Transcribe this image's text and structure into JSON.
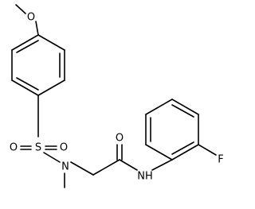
{
  "molecule": {
    "atoms": {
      "o_methoxy": "O",
      "s_sulfonyl": "S",
      "o_sulfonyl_left": "O",
      "o_sulfonyl_right": "O",
      "n_sulfonamide": "N",
      "o_carbonyl": "O",
      "nh_amide": "NH",
      "f_fluoro": "F"
    }
  }
}
